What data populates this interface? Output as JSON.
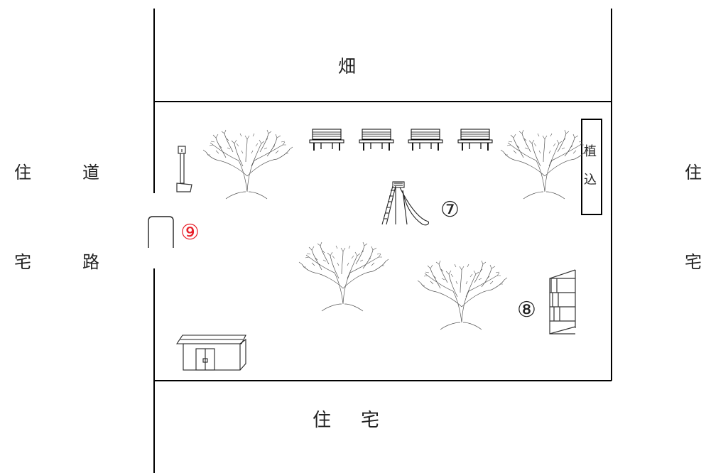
{
  "labels": {
    "field": "畑",
    "road_char_1": "道",
    "road_char_2": "路",
    "housing_bottom_1": "住",
    "housing_bottom_2": "宅",
    "housing_left_1": "住",
    "housing_left_2": "宅",
    "housing_right_1": "住",
    "housing_right_2": "宅",
    "planting_1": "植",
    "planting_2": "込"
  },
  "markers": {
    "slide": "⑦",
    "climber": "⑧",
    "entrance": "⑨"
  },
  "colors": {
    "line": "#000000",
    "text": "#222222",
    "tree": "#555555",
    "entrance_marker": "#e8202a"
  },
  "features": [
    {
      "name": "light-pole",
      "icon": "street-light-icon"
    },
    {
      "name": "tree",
      "icon": "tree-icon",
      "count": 4
    },
    {
      "name": "bench",
      "icon": "bench-icon",
      "count": 4
    },
    {
      "name": "slide",
      "icon": "slide-icon"
    },
    {
      "name": "climber",
      "icon": "climbing-frame-icon"
    },
    {
      "name": "shed",
      "icon": "storage-shed-icon"
    },
    {
      "name": "entrance-gate",
      "icon": "gate-icon"
    }
  ]
}
